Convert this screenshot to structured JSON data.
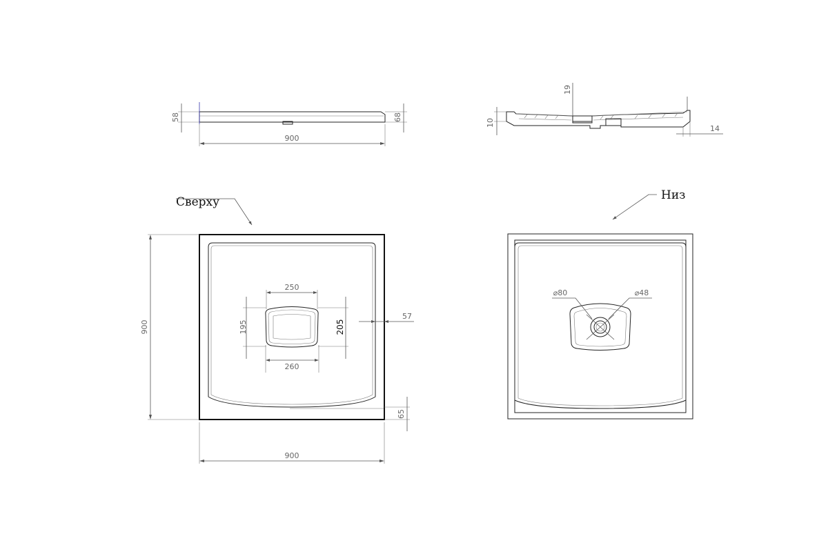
{
  "views": {
    "front": {
      "width": "900",
      "left_height": "58",
      "right_height": "68"
    },
    "section": {
      "top": "19",
      "left": "10",
      "right": "14"
    },
    "top": {
      "label": "Сверху",
      "width": "900",
      "height": "900",
      "drain_top": "250",
      "drain_bottom": "260",
      "drain_left": "195",
      "drain_right": "205",
      "margin_right": "57",
      "margin_bottom": "65"
    },
    "bottom": {
      "label": "Низ",
      "dia_left": "⌀80",
      "dia_right": "⌀48"
    }
  }
}
